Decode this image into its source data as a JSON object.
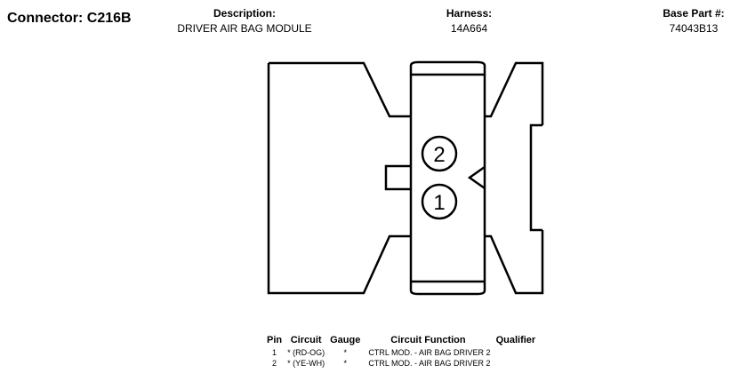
{
  "connector": {
    "title": "Connector: C216B"
  },
  "description": {
    "label": "Description:",
    "value": "DRIVER AIR BAG MODULE"
  },
  "harness": {
    "label": "Harness:",
    "value": "14A664"
  },
  "base_part": {
    "label": "Base Part #:",
    "value": "74043B13"
  },
  "diagram": {
    "pin_top": "2",
    "pin_bottom": "1",
    "stroke_color": "#000000"
  },
  "pin_table": {
    "headers": {
      "pin": "Pin",
      "circuit": "Circuit",
      "gauge": "Gauge",
      "function": "Circuit Function",
      "qualifier": "Qualifier"
    },
    "rows": [
      {
        "pin": "1",
        "circuit": "* (RD-OG)",
        "gauge": "*",
        "function": "CTRL MOD. - AIR BAG DRIVER 2",
        "qualifier": ""
      },
      {
        "pin": "2",
        "circuit": "* (YE-WH)",
        "gauge": "*",
        "function": "CTRL MOD. - AIR BAG DRIVER 2",
        "qualifier": ""
      }
    ]
  }
}
